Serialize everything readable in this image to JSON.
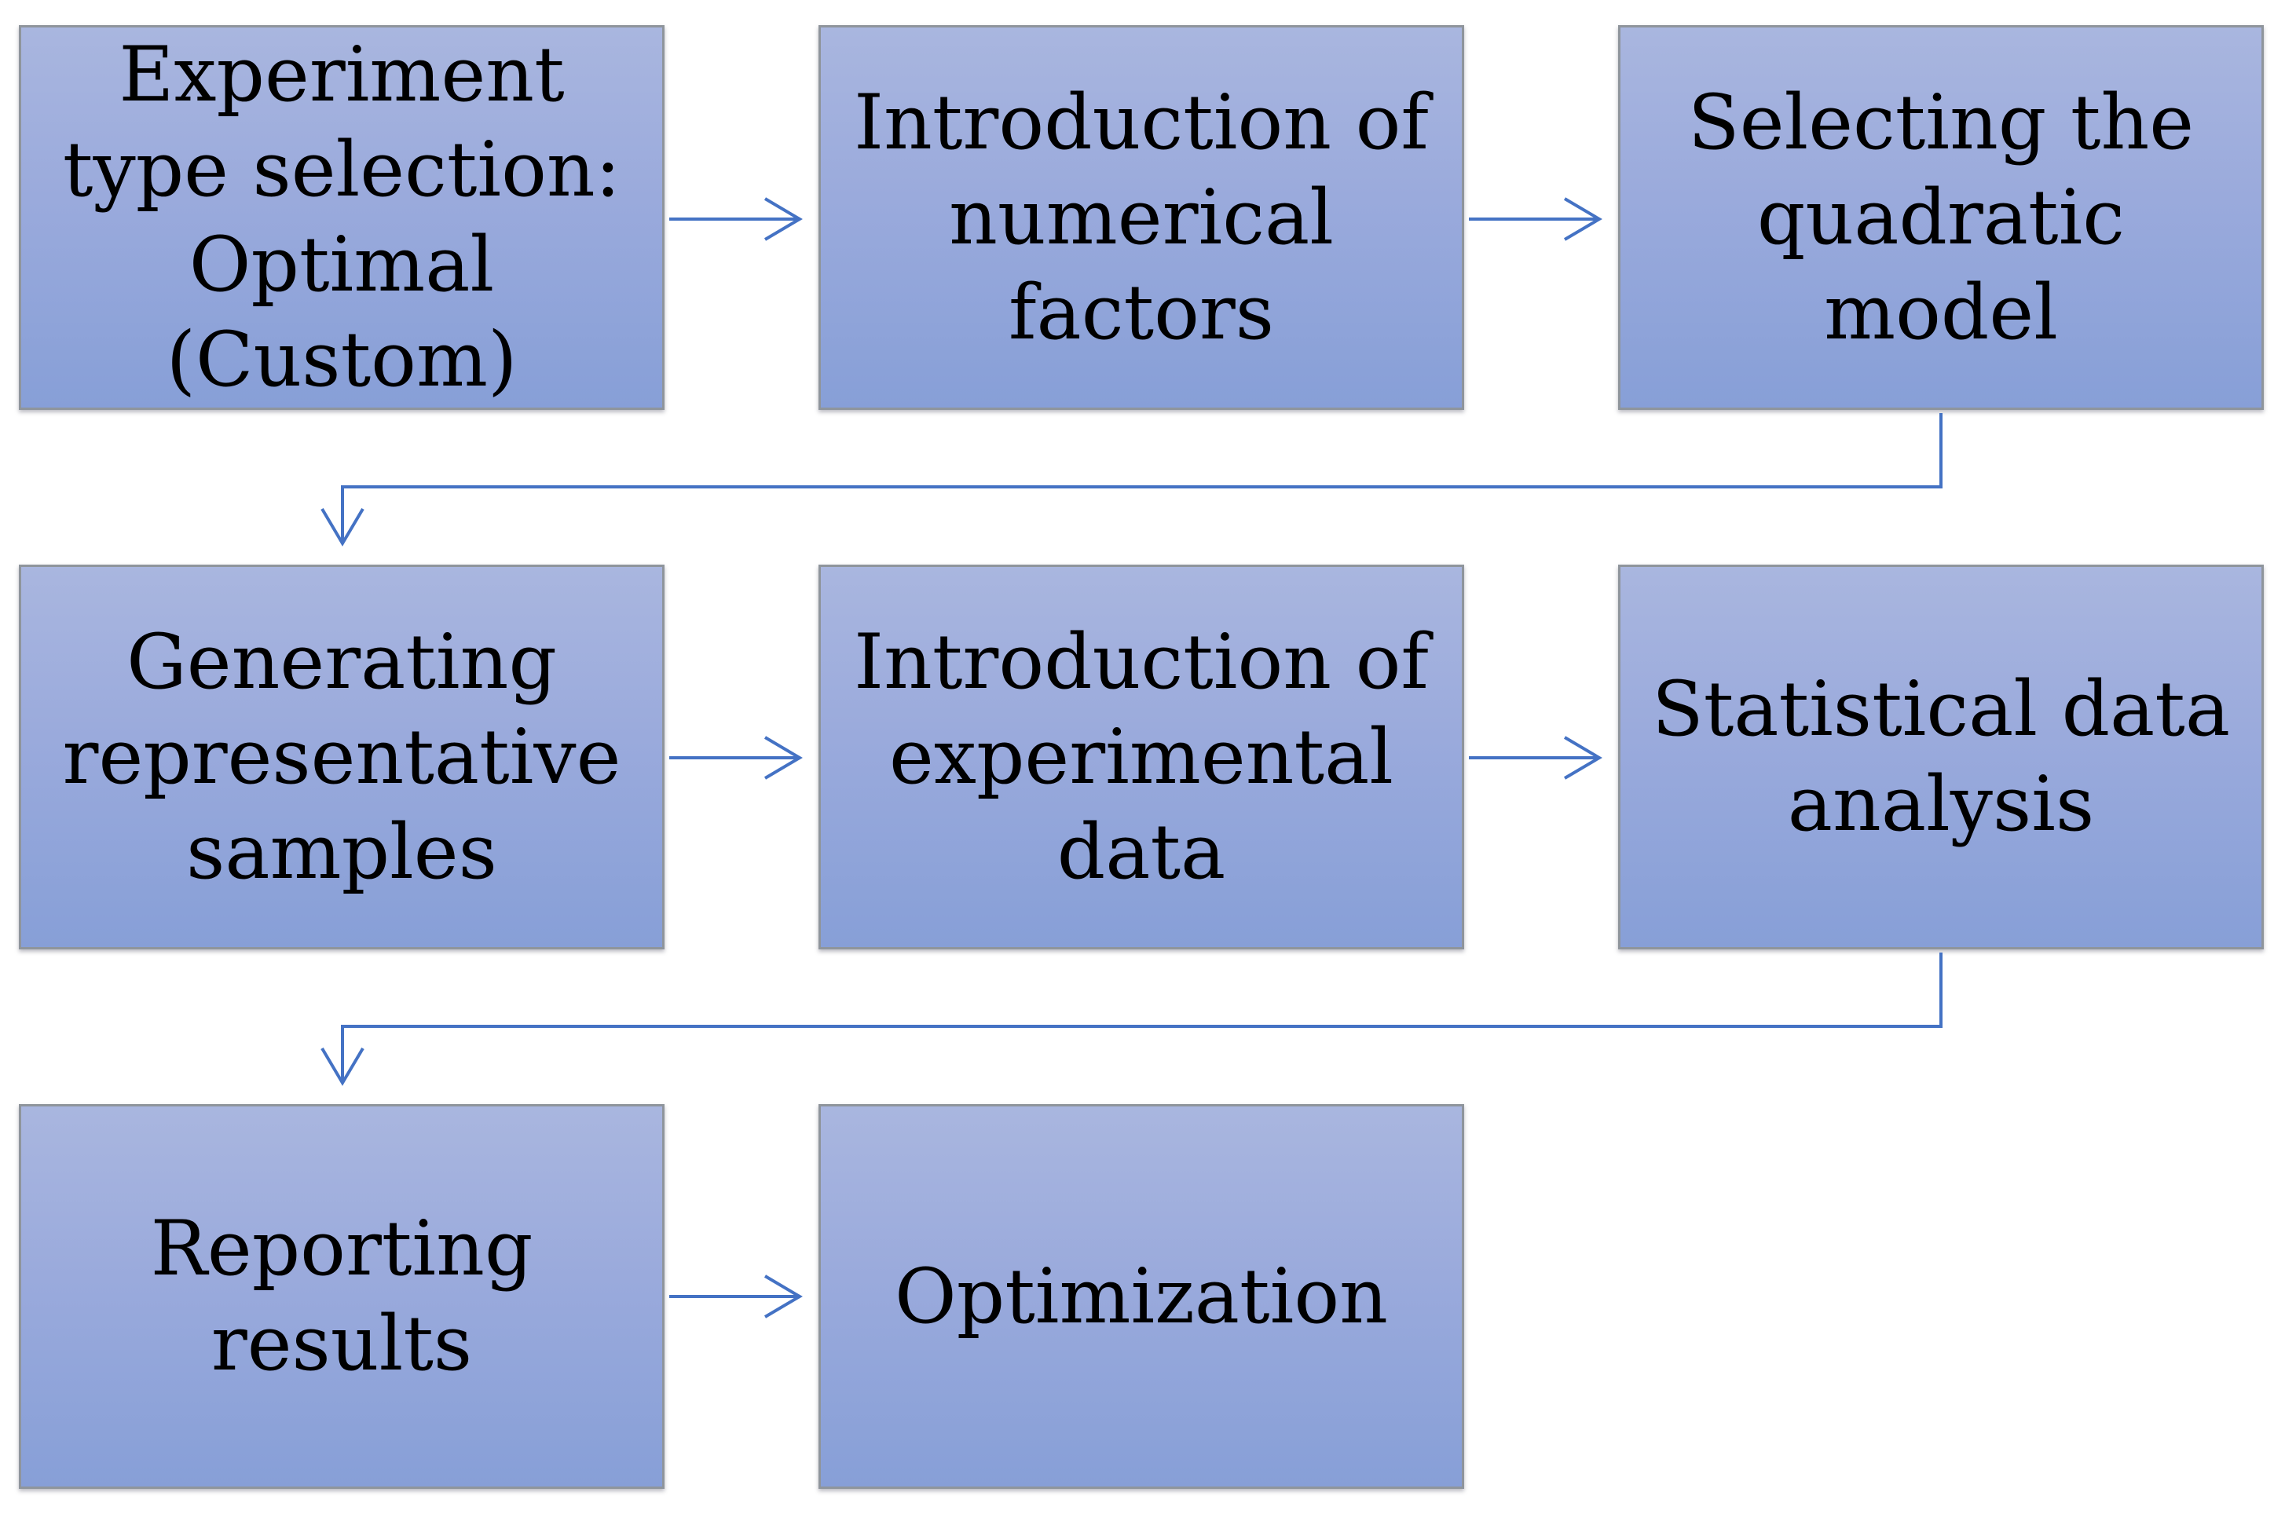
{
  "diagram": {
    "colors": {
      "box_fill_top": "#a9b6df",
      "box_fill_bottom": "#879fd7",
      "box_border": "#8f959c",
      "connector": "#4472c4",
      "text": "#000000"
    },
    "steps": [
      {
        "label": "Experiment\ntype selection:\nOptimal\n(Custom)"
      },
      {
        "label": "Introduction of\nnumerical\nfactors"
      },
      {
        "label": "Selecting the\nquadratic\nmodel"
      },
      {
        "label": "Generating\nrepresentative\nsamples"
      },
      {
        "label": "Introduction of\nexperimental\ndata"
      },
      {
        "label": "Statistical data\nanalysis"
      },
      {
        "label": "Reporting\nresults"
      },
      {
        "label": "Optimization"
      }
    ],
    "connections": [
      {
        "from": 1,
        "to": 2
      },
      {
        "from": 2,
        "to": 3
      },
      {
        "from": 3,
        "to": 4
      },
      {
        "from": 4,
        "to": 5
      },
      {
        "from": 5,
        "to": 6
      },
      {
        "from": 6,
        "to": 7
      },
      {
        "from": 7,
        "to": 8
      }
    ]
  }
}
